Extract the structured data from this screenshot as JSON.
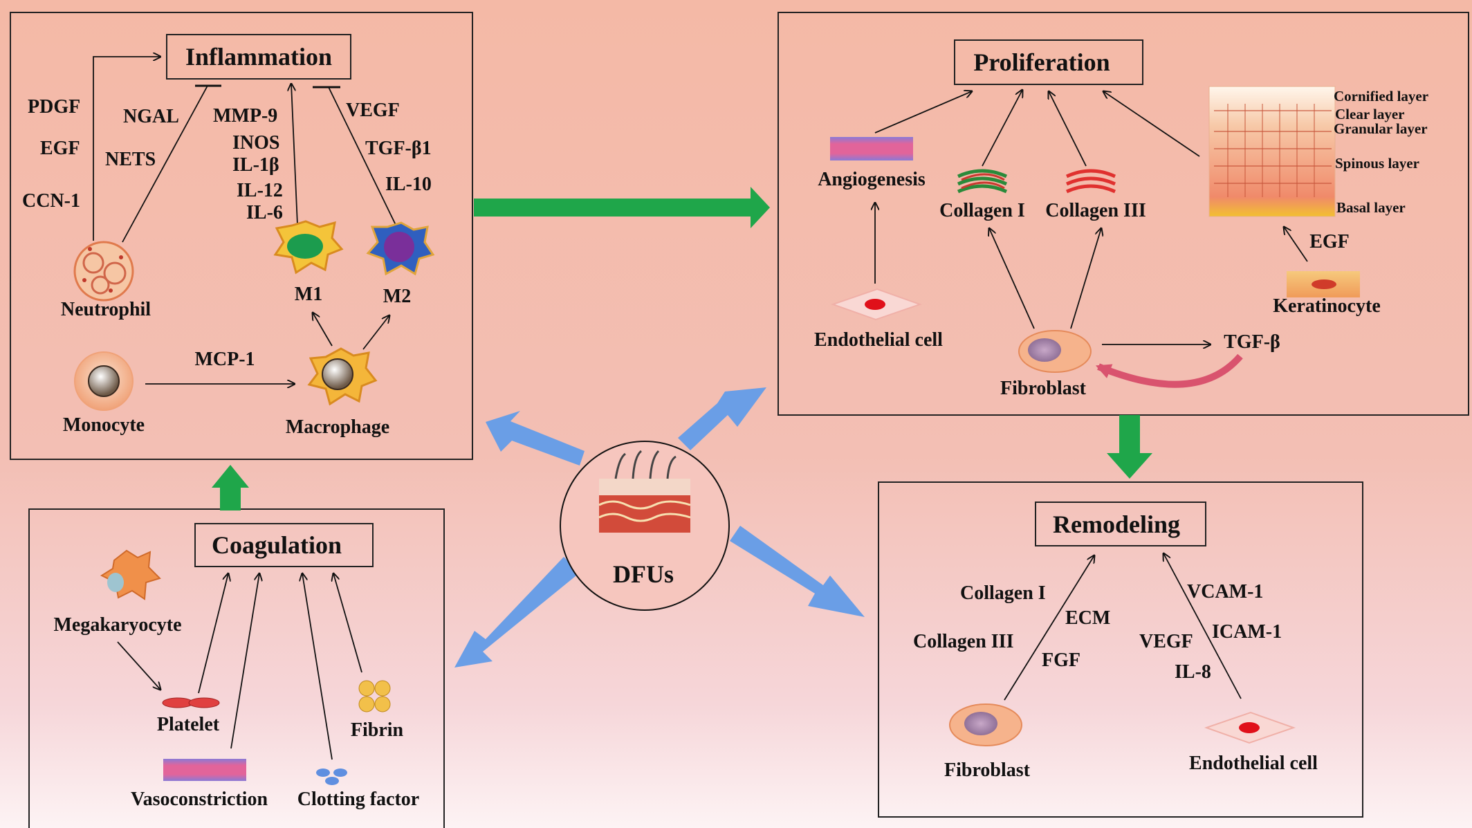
{
  "center": {
    "label": "DFUs"
  },
  "inflammation": {
    "title": "Inflammation",
    "factors_left": [
      "PDGF",
      "EGF",
      "CCN-1"
    ],
    "factors_nets": [
      "NGAL",
      "NETS"
    ],
    "factors_m1": [
      "MMP-9",
      "INOS",
      "IL-1β",
      "IL-12",
      "IL-6"
    ],
    "factors_m2": [
      "VEGF",
      "TGF-β1",
      "IL-10"
    ],
    "cells": {
      "neutrophil": "Neutrophil",
      "m1": "M1",
      "m2": "M2",
      "monocyte": "Monocyte",
      "macrophage": "Macrophage"
    },
    "mcp": "MCP-1"
  },
  "proliferation": {
    "title": "Proliferation",
    "angiogenesis": "Angiogenesis",
    "collagen1": "Collagen I",
    "collagen3": "Collagen III",
    "endothelial": "Endothelial cell",
    "fibroblast": "Fibroblast",
    "tgf": "TGF-β",
    "keratinocyte": "Keratinocyte",
    "egf": "EGF",
    "skin_layers": [
      "Cornified layer",
      "Clear layer",
      "Granular layer",
      "Spinous layer",
      "Basal layer"
    ]
  },
  "coagulation": {
    "title": "Coagulation",
    "megakaryocyte": "Megakaryocyte",
    "platelet": "Platelet",
    "vasoconstriction": "Vasoconstriction",
    "clotting": "Clotting factor",
    "fibrin": "Fibrin"
  },
  "remodeling": {
    "title": "Remodeling",
    "left_factors": [
      "Collagen I",
      "Collagen III",
      "ECM",
      "FGF"
    ],
    "right_factors": [
      "VCAM-1",
      "ICAM-1",
      "VEGF",
      "IL-8"
    ],
    "fibroblast": "Fibroblast",
    "endothelial": "Endothelial cell"
  }
}
